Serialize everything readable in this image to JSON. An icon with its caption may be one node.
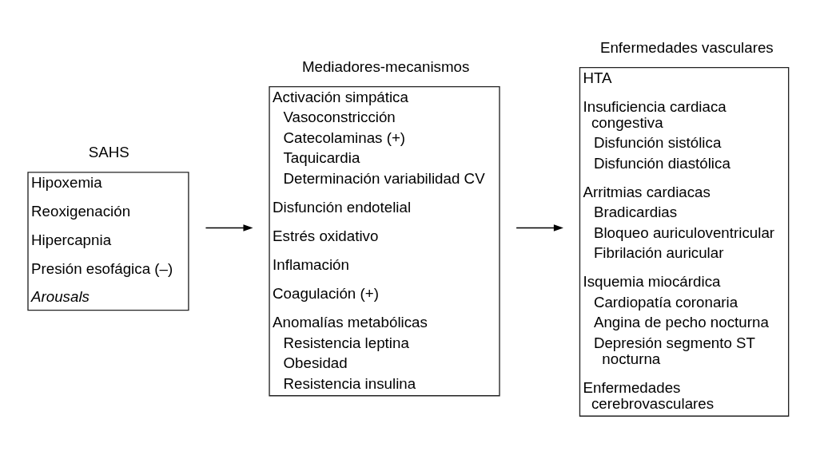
{
  "diagram": {
    "nodes": [
      {
        "text": [
          "SAHS",
          "Hipoxemia",
          "Reoxigenación",
          "Hipercapnia",
          "Presión esofágica (–)",
          "Arousals"
        ]
      },
      {
        "text": [
          "Mediadores-mecanismos",
          "Activación simpática",
          "Vasoconstricción",
          "Catecolaminas (+)",
          "Taquicardia",
          "Determinación variabilidad CV",
          "Disfunción endotelial",
          "Estrés oxidativo",
          "Inflamación",
          "Coagulación (+)",
          "Anomalías metabólicas",
          "Resistencia leptina",
          "Obesidad",
          "Resistencia insulina"
        ]
      },
      {
        "text": [
          "Enfermedades vasculares",
          "HTA",
          "Insuficiencia cardiaca congestiva",
          "Disfunción sistólica",
          "Disfunción diastólica",
          "Arritmias cardiacas",
          "Bradicardias",
          "Bloqueo auriculoventricular",
          "Fibrilación auricular",
          "Isquemia miocárdica",
          "Cardiopatía coronaria",
          "Angina de pecho nocturna",
          "Depresión segmento ST nocturna",
          "Enfermedades cerebrovasculares"
        ]
      }
    ],
    "edges": [
      {
        "from": 0,
        "to": 1,
        "arrow": "to"
      },
      {
        "from": 1,
        "to": 2,
        "arrow": "to"
      }
    ]
  }
}
